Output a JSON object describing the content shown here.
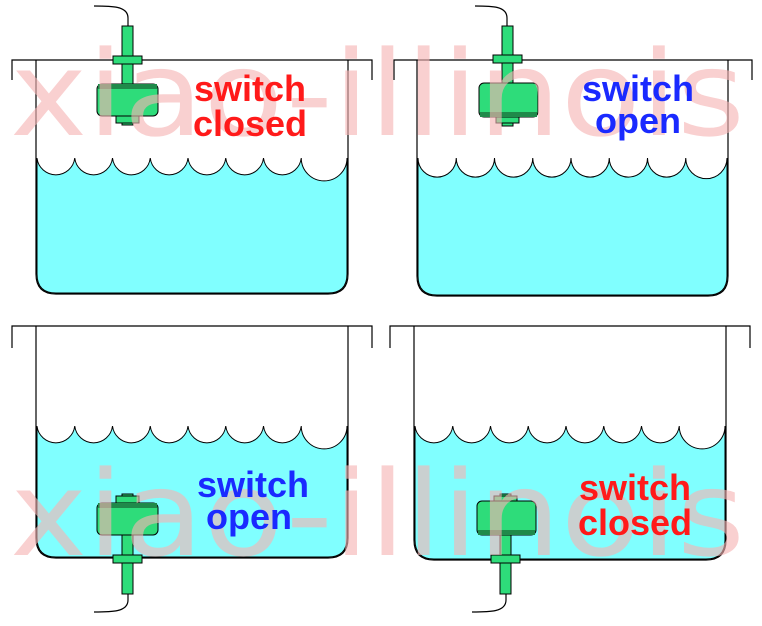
{
  "watermark": "xiao-illinois",
  "colors": {
    "water": "#80ffff",
    "float": "#2edc7a",
    "float_dark": "#1f8a4a",
    "closed_text": "#ff1a1a",
    "open_text": "#1a2aff",
    "watermark": "#f6b4b4"
  },
  "panels": [
    {
      "word": "switch",
      "state": "closed",
      "mount": "top",
      "float_position": "down"
    },
    {
      "word": "switch",
      "state": "open",
      "mount": "top",
      "float_position": "up"
    },
    {
      "word": "switch",
      "state": "open",
      "mount": "bottom",
      "float_position": "up"
    },
    {
      "word": "switch",
      "state": "closed",
      "mount": "bottom",
      "float_position": "down"
    }
  ]
}
